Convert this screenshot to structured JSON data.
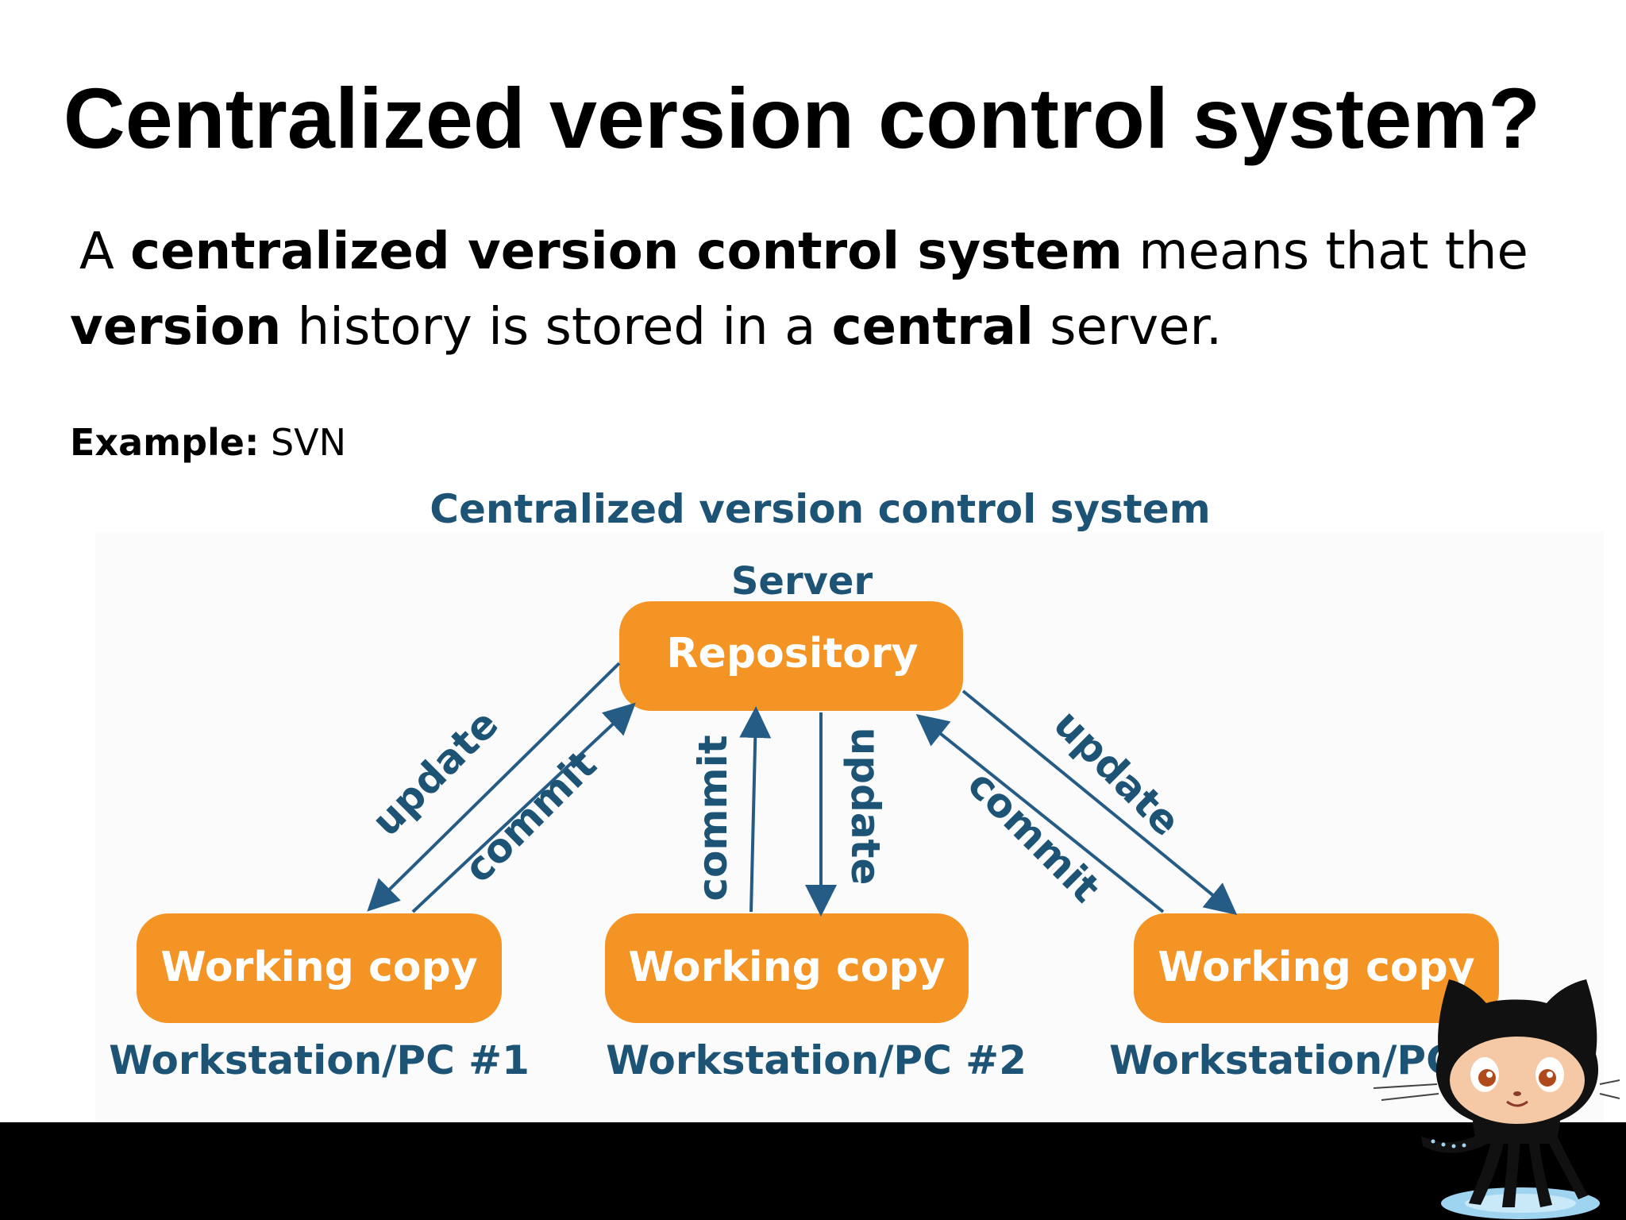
{
  "title": "Centralized version control system?",
  "description": {
    "p1": "A ",
    "b1": "centralized version control system",
    "p2": " means that the",
    "b2": "version",
    "p3": " history is stored in a ",
    "b3": "central",
    "p4": " server."
  },
  "example": {
    "label": "Example:",
    "value": " SVN"
  },
  "diagram": {
    "title": "Centralized version control system",
    "server_label": "Server",
    "repository_label": "Repository",
    "working_copy_label": "Working copy",
    "workstations": [
      "Workstation/PC #1",
      "Workstation/PC #2",
      "Workstation/PC #3"
    ],
    "arrows": {
      "left_update": "update",
      "left_commit": "commit",
      "mid_commit": "commit",
      "mid_update": "update",
      "right_update": "update",
      "right_commit": "commit"
    },
    "colors": {
      "box": "#f39424",
      "text_blue": "#1d5476",
      "arrow": "#245c86",
      "box_text": "#ffffff"
    }
  },
  "mascot": {
    "name": "octocat-icon",
    "colors": {
      "body": "#111111",
      "face": "#f5c9a6",
      "water": "#9fd4f0"
    }
  }
}
